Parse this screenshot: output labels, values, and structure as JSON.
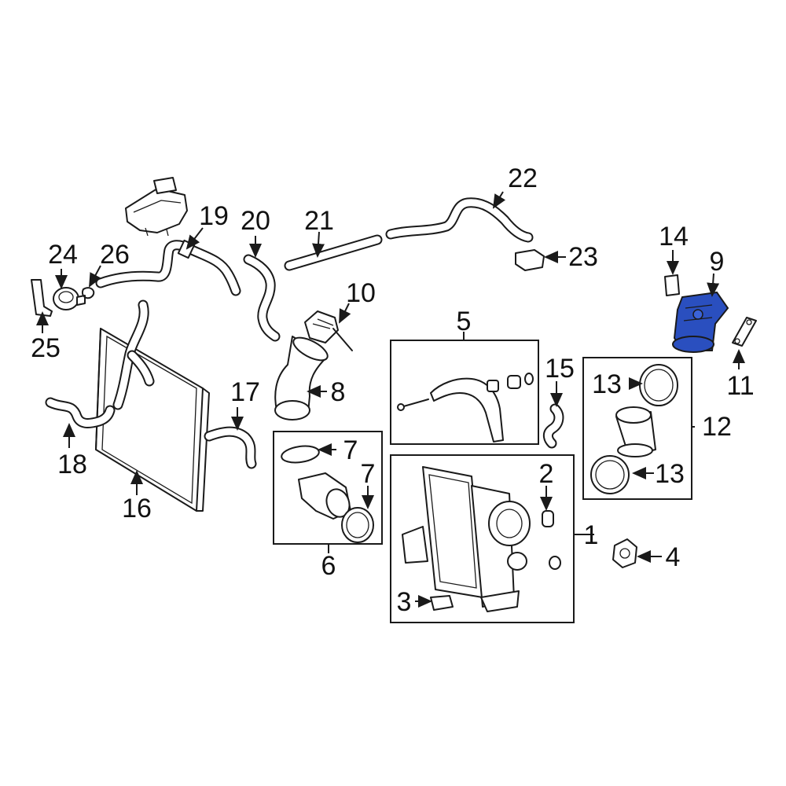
{
  "diagram": {
    "callouts": [
      "1",
      "2",
      "3",
      "4",
      "5",
      "6",
      "7",
      "8",
      "9",
      "10",
      "11",
      "12",
      "13",
      "14",
      "15",
      "16",
      "17",
      "18",
      "19",
      "20",
      "21",
      "22",
      "23",
      "24",
      "25",
      "26"
    ],
    "highlight_color": "#2a4fbf",
    "line_color": "#1a1a1a",
    "background": "#ffffff"
  }
}
